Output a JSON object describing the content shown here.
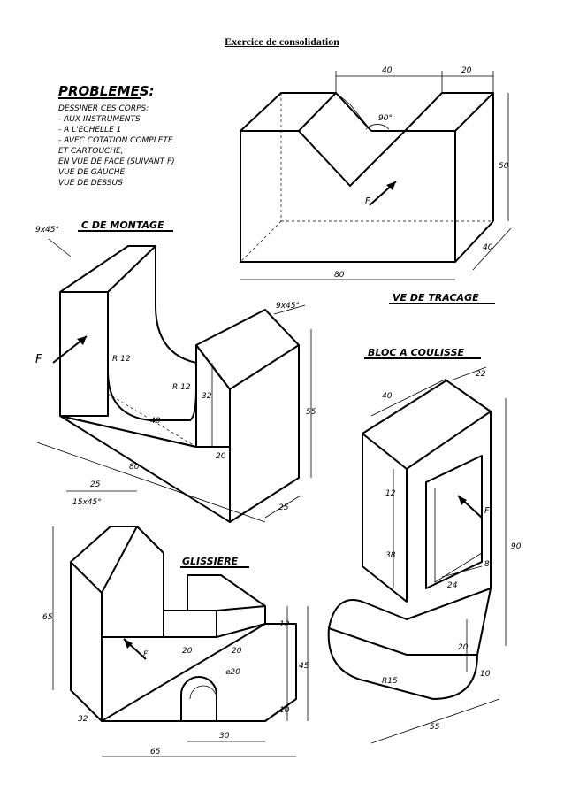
{
  "header": {
    "title": "Exercice de consolidation"
  },
  "problems": {
    "title": "PROBLEMES:",
    "lines": [
      "DESSINER CES CORPS:",
      "- AUX INSTRUMENTS",
      "- A L'ECHELLE 1",
      "- AVEC COTATION COMPLETE",
      "  ET CARTOUCHE,",
      "EN VUE DE FACE (SUIVANT F)",
      "   VUE DE GAUCHE",
      "   VUE DE DESSUS"
    ]
  },
  "figures": {
    "tracage": {
      "title": "VE DE TRACAGE",
      "dims": {
        "top_v": "40",
        "top_right": "20",
        "height": "50",
        "depth": "40",
        "length": "80",
        "angle": "90°"
      },
      "arrow_label": "F"
    },
    "montage": {
      "title": "C DE MONTAGE",
      "dims": {
        "chamfer_left": "9x45°",
        "chamfer_right": "9x45°",
        "r1": "R 12",
        "r2": "R 12",
        "inner": "40",
        "h_inner": "32",
        "depth_inner": "20",
        "length": "80",
        "height": "55",
        "depth": "25"
      },
      "arrow_label": "F"
    },
    "glissiere": {
      "title": "GLISSIERE",
      "dims": {
        "top": "25",
        "chamfer": "15x45°",
        "height": "65",
        "depth": "32",
        "step1": "20",
        "step2": "20",
        "hole": "⌀20",
        "h12": "12",
        "h45": "45",
        "h10": "10",
        "bottom30": "30",
        "length": "65"
      },
      "arrow_label": "F"
    },
    "bloc": {
      "title": "BLOC A COULISSE",
      "dims": {
        "depth_top": "40",
        "width_top": "22",
        "v12": "12",
        "v38": "38",
        "height": "90",
        "w24": "24",
        "w8": "8",
        "h20": "20",
        "r15": "R15",
        "h10": "10",
        "length": "55"
      },
      "arrow_label": "F"
    }
  }
}
